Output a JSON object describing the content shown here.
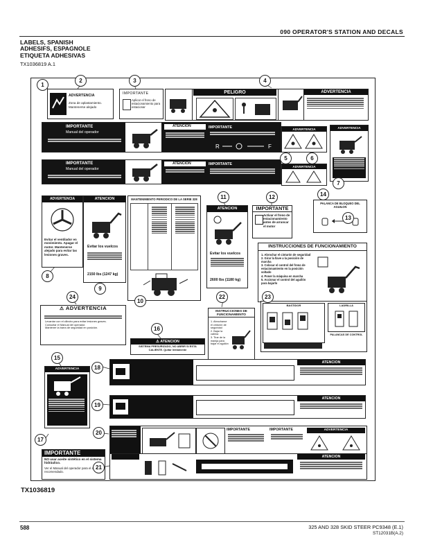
{
  "header": {
    "section_title": "090 OPERATOR'S STATION AND DECALS",
    "title_lines": [
      "LABELS, SPANISH",
      "ADHESIFS, ESPAGNOLE",
      "ETIQUETA ADHESIVAS"
    ],
    "ref_code": "TX1036819 A.1"
  },
  "figure": {
    "figure_code": "TX1036819",
    "callouts": [
      "1",
      "2",
      "3",
      "4",
      "5",
      "6",
      "7",
      "8",
      "9",
      "10",
      "11",
      "12",
      "13",
      "14",
      "15",
      "16",
      "17",
      "18",
      "19",
      "20",
      "21",
      "22",
      "23",
      "24"
    ]
  },
  "decals": {
    "d2": {
      "heading": "ADVERTENCIA",
      "text": "Zona de aplastamiento. Mantenerse alejado"
    },
    "d3": {
      "heading": "IMPORTANTE",
      "text": "Aplicar el freno de estacionamiento para estacionar"
    },
    "d4": {
      "peligro": "PELIGRO",
      "advertencia": "ADVERTENCIA"
    },
    "d_strip_a": {
      "heading": "IMPORTANTE",
      "sub": "Manual del operador",
      "atencion": "ATENCION",
      "importante2": "IMPORTANTE"
    },
    "d_strip_b": {
      "heading": "IMPORTANTE",
      "sub": "Manual del operador",
      "atencion": "ATENCION",
      "importante2": "IMPORTANTE"
    },
    "d5": {
      "heading": "ADVERTENCIA"
    },
    "d7": {
      "heading": "ADVERTENCIA"
    },
    "d8": {
      "heading": "ADVERTENCIA",
      "text": "Evitar el ventilador en movimiento. Apagar el motor. Mantenerse alejado para evitar las lesiones graves."
    },
    "d9": {
      "heading": "ATENCION",
      "text": "Evitar los vuelcos",
      "capacity": "2150 lbs (1247 kg)"
    },
    "d10": {
      "title": "MANTENIMIENTO PERIODICO DE LA SERIE 328"
    },
    "d11": {
      "heading": "ATENCION",
      "text": "Evitar los vuelcos",
      "capacity": "2600 lbs (1180 kg)"
    },
    "d12": {
      "heading": "IMPORTANTE",
      "text": "Activar el freno de estacionamiento antes de arrancar el motor"
    },
    "d13": {
      "heading": "INSTRUCCIONES DE FUNCIONAMIENTO",
      "steps": [
        "1. Abrochar el cinturón de seguridad",
        "2. Girar la llave a la posición de marcha",
        "3. Colocar el control del freno de estacionamiento en la posición soltado",
        "4. Poner la máquina en marcha",
        "5. Accionar el control del aguilón para bajarlo"
      ]
    },
    "d14": {
      "heading": "PALANCA DE BLOQUEO DEL AGUILON"
    },
    "d16": {
      "heading": "ATENCION",
      "text": "SISTEMA PRESURIZADO, NO ABRIR SI ESTA CALIENTE. Quitar lentamente"
    },
    "d15": {
      "heading": "ADVERTENCIA"
    },
    "d17": {
      "heading": "IMPORTANTE",
      "text1": "NO usar aceite sintético en el sistema hidráulico.",
      "text2": "Ver el Manual del operador para el aceite recomendado."
    },
    "d18": {
      "heading": "ATENCION"
    },
    "d19": {
      "heading": "ATENCION"
    },
    "d20": {
      "heading1": "IMPORTANTE",
      "heading2": "IMPORTANTE",
      "heading3": "ADVERTENCIA"
    },
    "d21": {
      "heading": "ATENCION"
    },
    "d22": {
      "heading": "INSTRUCCIONES DE FUNCIONAMIENTO",
      "steps": [
        "1. Abrocharse el cinturón de seguridad",
        "2. Bajar la cabina",
        "3. Tirar de la manija para bajar el aguilón"
      ]
    },
    "d23": {
      "left_title": "BASTIDOR",
      "right_title": "LADRILLA",
      "caption": "PALANCAS DE CONTROL"
    },
    "d24": {
      "heading": "ADVERTENCIA",
      "bullets": [
        "Levantar con el cilindro para evitar lesiones graves.",
        "Consultar el Manual del operador.",
        "Mantener la barra de seguridad en posición."
      ]
    }
  },
  "footer": {
    "page_number": "588",
    "publication": "325 AND 328 SKID STEER    PC9348    (E.1)",
    "pub_code": "ST12031B(A.2)"
  }
}
